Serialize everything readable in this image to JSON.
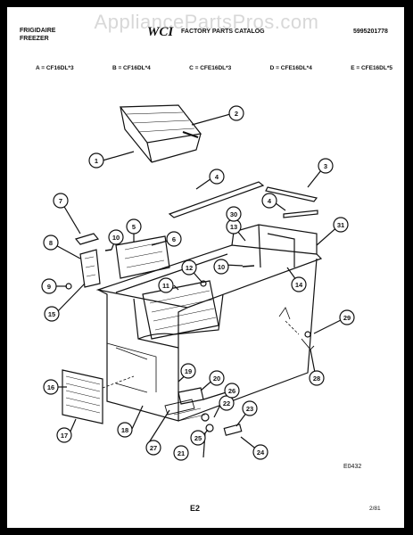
{
  "watermark": "AppliancePartsPros.com",
  "header": {
    "brand_line1": "FRIGIDAIRE",
    "brand_line2": "FREEZER",
    "logo": "WCI",
    "catalog_title": "FACTORY PARTS CATALOG",
    "catalog_number": "5995201778"
  },
  "models": [
    "A = CF16DL*3",
    "B = CF16DL*4",
    "C = CFE16DL*3",
    "D = CFE16DL*4",
    "E = CFE16DL*5"
  ],
  "callouts": [
    "1",
    "2",
    "3",
    "4",
    "4",
    "5",
    "6",
    "7",
    "8",
    "9",
    "10",
    "10",
    "11",
    "12",
    "13",
    "14",
    "15",
    "16",
    "17",
    "18",
    "19",
    "20",
    "21",
    "22",
    "23",
    "24",
    "25",
    "26",
    "27",
    "28",
    "29",
    "30",
    "31"
  ],
  "footer": {
    "drawing_code": "E0432",
    "page": "E2",
    "date": "2/81"
  }
}
